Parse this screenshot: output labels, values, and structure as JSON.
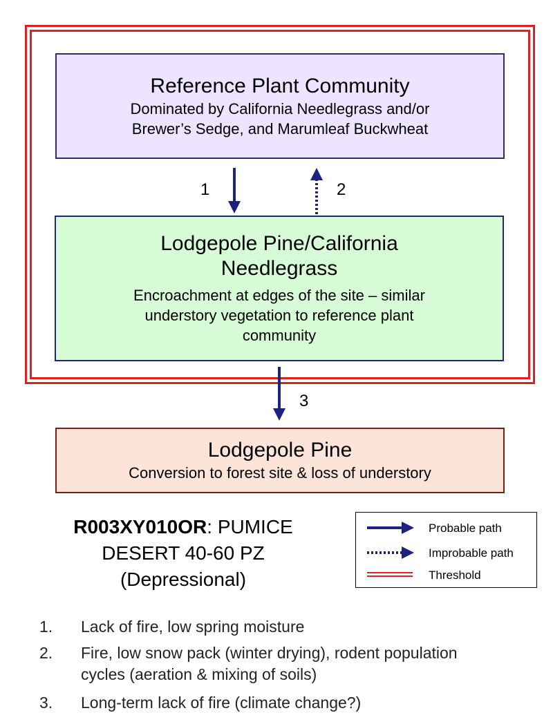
{
  "states": {
    "reference": {
      "title": "Reference Plant Community",
      "desc_line1": "Dominated by California Needlegrass and/or",
      "desc_line2": "Brewer’s Sedge, and Marumleaf Buckwheat"
    },
    "lodgepole_needlegrass": {
      "title_line1": "Lodgepole Pine/California",
      "title_line2": "Needlegrass",
      "desc_line1": "Encroachment at edges of the site – similar",
      "desc_line2": "understory vegetation to reference plant",
      "desc_line3": "community"
    },
    "lodgepole": {
      "title": "Lodgepole Pine",
      "desc": "Conversion to forest site & loss of understory"
    }
  },
  "paths": {
    "p1": "1",
    "p2": "2",
    "p3": "3"
  },
  "site": {
    "id": "R003XY010OR",
    "name_rest": ": PUMICE",
    "line2": "DESERT 40-60 PZ",
    "line3": "(Depressional)"
  },
  "legend": {
    "probable": "Probable path",
    "improbable": "Improbable path",
    "threshold": "Threshold"
  },
  "notes": [
    {
      "num": "1.",
      "line1": "Lack of fire, low spring moisture",
      "line2": ""
    },
    {
      "num": "2.",
      "line1": "Fire, low snow pack (winter drying), rodent population",
      "line2": "cycles (aeration & mixing of soils)"
    },
    {
      "num": "3.",
      "line1": "Long-term lack of fire (climate change?)",
      "line2": ""
    }
  ],
  "colors": {
    "threshold": "#e02020",
    "arrow": "#1a237e",
    "reference_fill": "#ede4ff",
    "lodgepole_needlegrass_fill": "#d6fbd6",
    "lodgepole_fill": "#fde4d8"
  }
}
